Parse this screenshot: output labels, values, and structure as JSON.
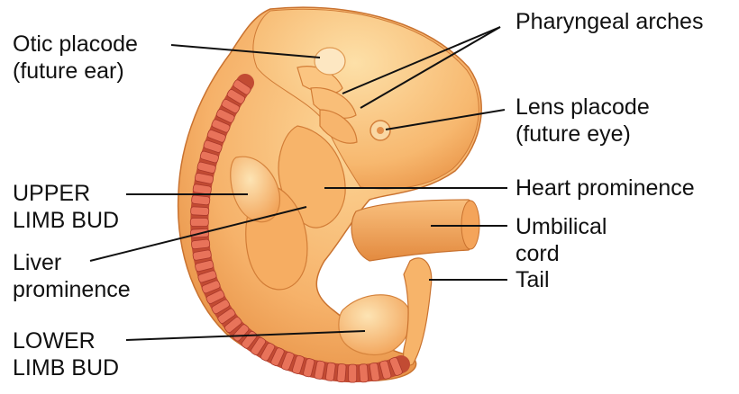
{
  "colors": {
    "body_light": "#fbcb84",
    "body_mid": "#f5a95a",
    "body_dark": "#d9782f",
    "somite": "#e66a4f",
    "somite_dark": "#b9432f",
    "leader_line": "#111111"
  },
  "labels": {
    "otic_placode": [
      "Otic placode",
      "(future ear)"
    ],
    "pharyngeal_arches": [
      "Pharyngeal arches"
    ],
    "lens_placode": [
      "Lens placode",
      "(future eye)"
    ],
    "upper_limb_bud": [
      "UPPER",
      "LIMB BUD"
    ],
    "heart_prominence": [
      "Heart prominence"
    ],
    "liver_prominence": [
      "Liver",
      "prominence"
    ],
    "umbilical_cord": [
      "Umbilical",
      "cord"
    ],
    "tail": [
      "Tail"
    ],
    "lower_limb_bud": [
      "LOWER",
      "LIMB BUD"
    ]
  }
}
